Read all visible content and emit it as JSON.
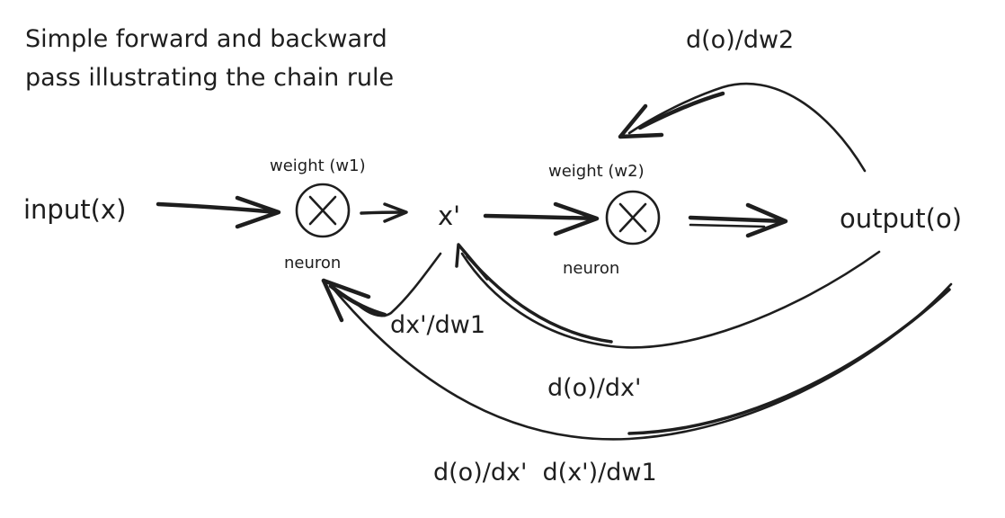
{
  "title": {
    "line1": "Simple forward and backward",
    "line2": "pass illustrating the chain rule"
  },
  "nodes": {
    "input": "input(x)",
    "weight1": "weight (w1)",
    "neuron1": "neuron",
    "x_prime": "x'",
    "weight2": "weight (w2)",
    "neuron2": "neuron",
    "output": "output(o)"
  },
  "gradients": {
    "do_dw2": "d(o)/dw2",
    "dx_dw1": "dx'/dw1",
    "do_dx": "d(o)/dx'",
    "chain": "d(o)/dx'  d(x')/dw1"
  },
  "icons": {
    "multiply": "circled-multiply-icon"
  },
  "colors": {
    "ink": "#1e1e1e",
    "background": "#ffffff"
  }
}
